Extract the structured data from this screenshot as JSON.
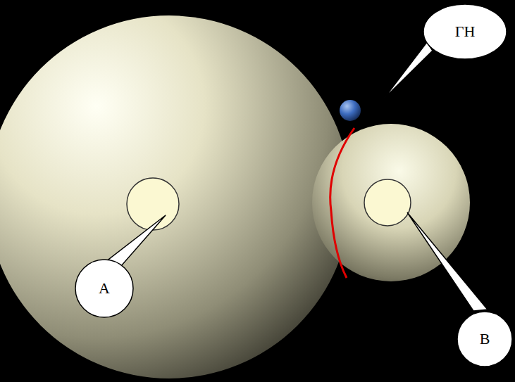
{
  "diagram": {
    "nodes": [
      {
        "text": [
          "ΓΗ"
        ]
      },
      {
        "text": [
          "A"
        ]
      },
      {
        "text": [
          "B"
        ]
      }
    ]
  }
}
